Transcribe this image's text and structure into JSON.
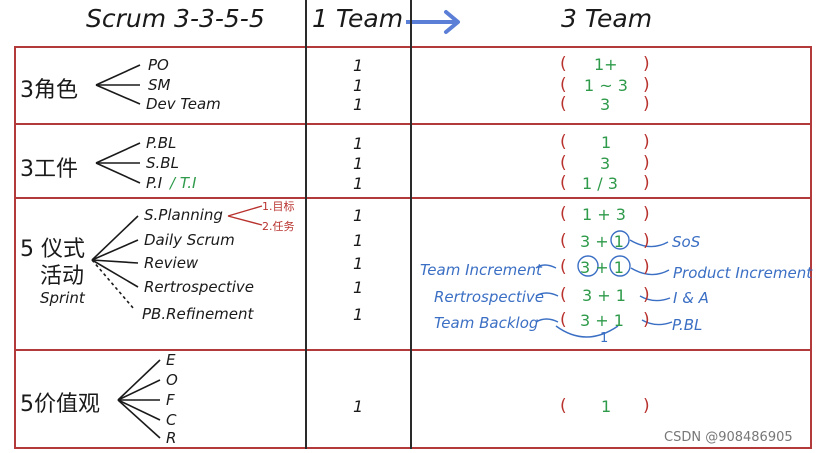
{
  "header": {
    "col1": "Scrum 3-3-5-5",
    "col2": "1 Team",
    "col3": "3 Team"
  },
  "sections": [
    {
      "title": "3角色",
      "items": [
        "PO",
        "SM",
        "Dev Team"
      ],
      "one_team": [
        "1",
        "1",
        "1"
      ],
      "three_team": [
        "1+",
        "1 ~ 3",
        "3"
      ]
    },
    {
      "title": "3工件",
      "items": [
        "P.BL",
        "S.BL",
        "P.I",
        "/ T.I"
      ],
      "one_team": [
        "1",
        "1",
        "1"
      ],
      "three_team": [
        "1",
        "3",
        "1 / 3"
      ]
    },
    {
      "title_line1": "5 仪式",
      "title_line2": "活动",
      "subtitle": "Sprint",
      "items": [
        "S.Planning",
        "Daily Scrum",
        "Review",
        "Rertrospective",
        "PB.Refinement"
      ],
      "notes": [
        "1.目标",
        "2.任务"
      ],
      "one_team": [
        "1",
        "1",
        "1",
        "1",
        "1"
      ],
      "three_team": [
        "1 + 3",
        "3 + 1",
        "3 + 1",
        "3 + 1",
        "3 + 1",
        "1"
      ],
      "annotations_left": [
        "Team Increment",
        "Rertrospective",
        "Team Backlog"
      ],
      "annotations_right": [
        "SoS",
        "Product Increment",
        "I & A",
        "P.BL"
      ]
    },
    {
      "title": "5价值观",
      "items": [
        "E",
        "O",
        "F",
        "C",
        "R"
      ],
      "one_team": [
        "1"
      ],
      "three_team": [
        "1"
      ]
    }
  ],
  "paren_open": "(",
  "paren_close": ")",
  "watermark": "CSDN @908486905",
  "colors": {
    "frame": "#b23a3a",
    "parens": "#b8322e",
    "values": "#2e9a4a",
    "annotations": "#3b6fc4",
    "arrow": "#5b7fd6"
  }
}
